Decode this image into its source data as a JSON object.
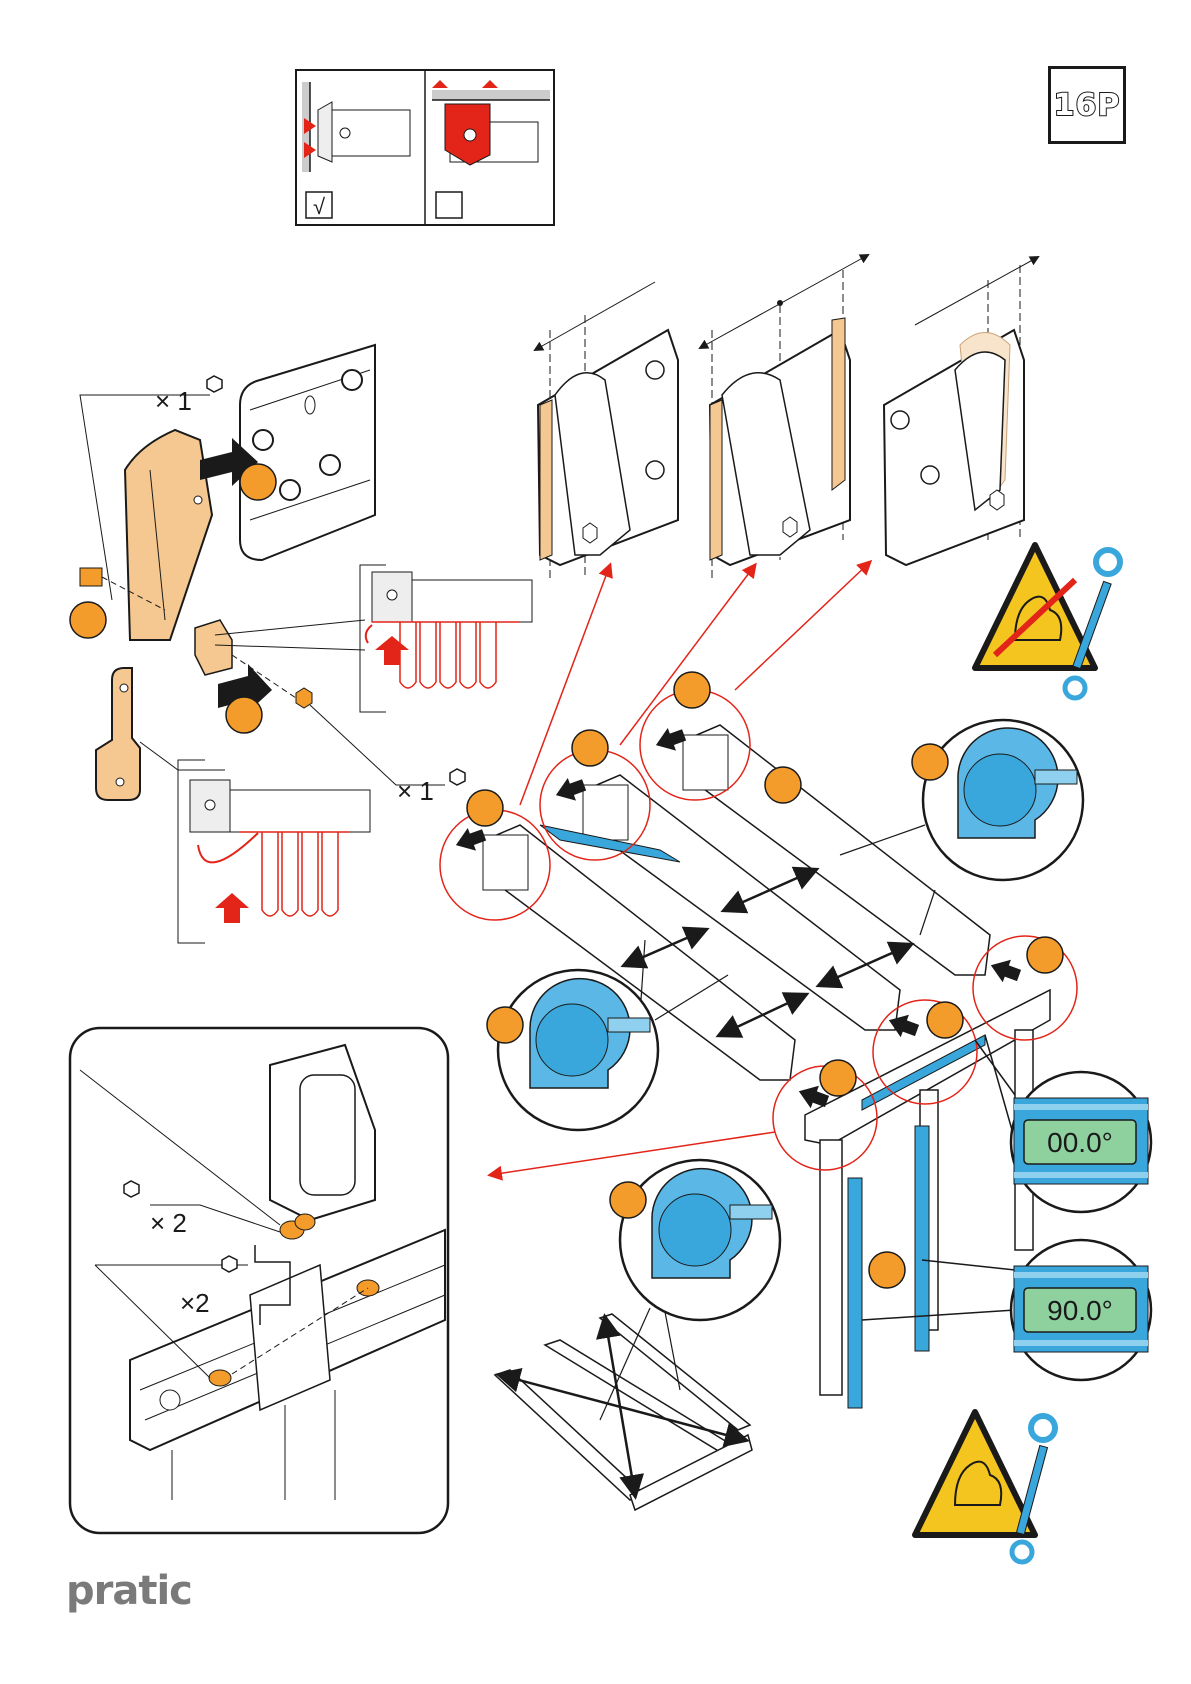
{
  "page": {
    "badge": "16P",
    "brand": "pratic"
  },
  "quantities": {
    "screw_top": "× 1",
    "nut": "× 1",
    "detail_nut": "× 2",
    "detail_bolt": "×2"
  },
  "levels": {
    "horizontal": "00.0°",
    "vertical": "90.0°"
  },
  "check_box": {
    "correct_mark": "√"
  },
  "colors": {
    "orange": "#F39C2B",
    "red": "#E32418",
    "blue": "#3AA7DC",
    "warning_yellow": "#F4C51F",
    "line": "#1a1a1a",
    "level_screen": "#8FD19E"
  },
  "icons": [
    "hex-nut-icon",
    "measuring-tape-icon",
    "digital-level-icon",
    "warning-strength-icon",
    "wrench-icon"
  ]
}
